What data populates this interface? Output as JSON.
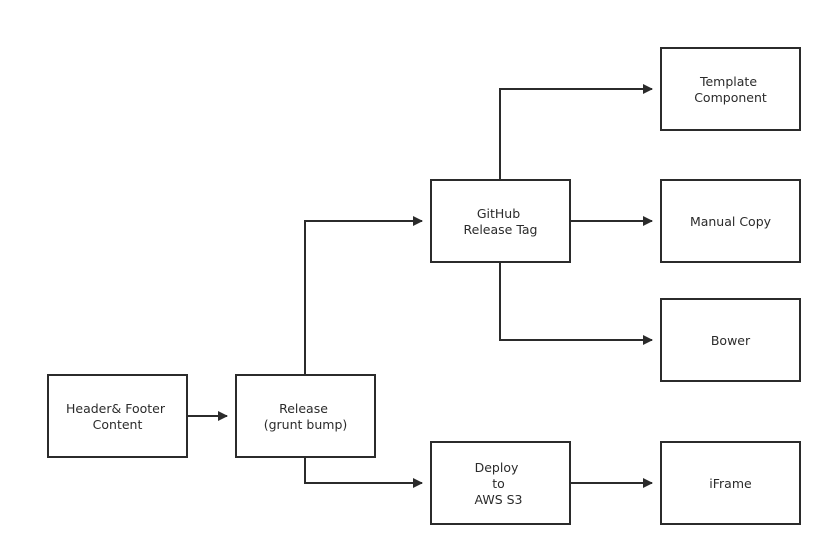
{
  "nodes": {
    "header_footer": {
      "lines": [
        "Header& Footer",
        "Content"
      ]
    },
    "release": {
      "lines": [
        "Release",
        "(grunt bump)"
      ]
    },
    "github": {
      "lines": [
        "GitHub",
        "Release Tag"
      ]
    },
    "deploy": {
      "lines": [
        "Deploy",
        "to",
        "AWS S3"
      ]
    },
    "template": {
      "lines": [
        "Template",
        "Component"
      ]
    },
    "manual_copy": {
      "lines": [
        "Manual Copy"
      ]
    },
    "bower": {
      "lines": [
        "Bower"
      ]
    },
    "iframe": {
      "lines": [
        "iFrame"
      ]
    }
  },
  "edges": [
    {
      "from": "header_footer",
      "to": "release"
    },
    {
      "from": "release",
      "to": "github"
    },
    {
      "from": "release",
      "to": "deploy"
    },
    {
      "from": "github",
      "to": "template"
    },
    {
      "from": "github",
      "to": "manual_copy"
    },
    {
      "from": "github",
      "to": "bower"
    },
    {
      "from": "deploy",
      "to": "iframe"
    }
  ],
  "colors": {
    "stroke": "#2b2b2b",
    "background": "#ffffff"
  }
}
